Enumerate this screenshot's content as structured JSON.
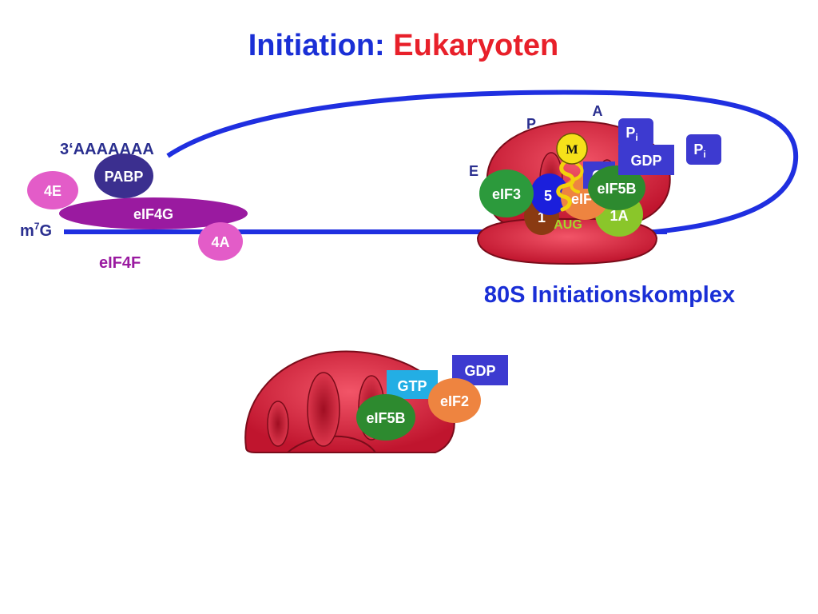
{
  "title": {
    "part1": "Initiation: ",
    "part2": "Eukaryoten"
  },
  "colors": {
    "title_blue": "#1a2fd6",
    "title_red": "#e8202a",
    "mrna_blue": "#1f2fe0",
    "ribosome_red": "#d8233c",
    "eif4g_purple": "#9a1aa0",
    "pink_factor": "#e35cc8",
    "pabp_indigo": "#3b2f8f",
    "gdp_box": "#3d3ad0",
    "gtp_box": "#23aee4",
    "eif5b_green": "#2d8a2f",
    "eif2_orange": "#ee8440"
  },
  "mrna": {
    "poly_a": "3‘AAAAAAA",
    "cap_base": "m",
    "cap_sup": "7",
    "cap_end": "G",
    "pabp": "PABP",
    "e4": "4E",
    "eif4g": "eIF4G",
    "a4": "4A",
    "eif4f": "eIF4F"
  },
  "complex80s": {
    "site_a": "A",
    "site_p": "P",
    "site_e": "E",
    "pi_1_base": "P",
    "pi_1_sub": "i",
    "pi_2_base": "P",
    "pi_2_sub": "i",
    "met": "M",
    "gdp": "GDP",
    "eif3": "eIF3",
    "eif5_partial": "5",
    "eif2_partial": "eIF",
    "eif5b": "eIF5B",
    "eif1_partial": "1",
    "eif1a_partial": "1A",
    "aug": "AUG",
    "gtp_partial": "G",
    "label": "80S Initiationskomplex"
  },
  "lower": {
    "gdp": "GDP",
    "gtp": "GTP",
    "eif2": "eIF2",
    "eif5b": "eIF5B"
  }
}
